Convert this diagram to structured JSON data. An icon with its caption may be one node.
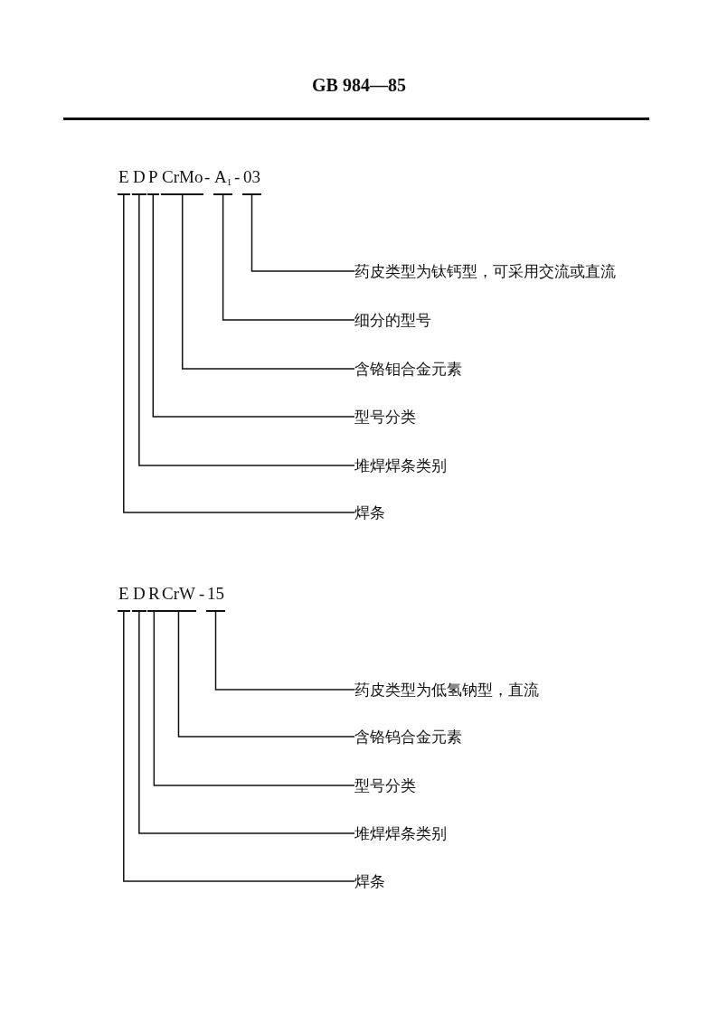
{
  "diagram": {
    "title": "GB 984—85",
    "nodes": [
      {
        "text": [
          "E"
        ]
      },
      {
        "text": [
          "D"
        ]
      },
      {
        "text": [
          "P"
        ]
      },
      {
        "text": [
          "CrMo"
        ]
      },
      {
        "text": [
          "A$_{1}$"
        ]
      },
      {
        "text": [
          "03"
        ]
      },
      {
        "text": [
          "药皮类型为钛钙型，可采用交流或直流"
        ]
      },
      {
        "text": [
          "细分的型号"
        ]
      },
      {
        "text": [
          "含铬钼合金元素"
        ]
      },
      {
        "text": [
          "型号分类"
        ]
      },
      {
        "text": [
          "堆焊焊条类别"
        ]
      },
      {
        "text": [
          "焊条"
        ]
      },
      {
        "text": [
          "E"
        ]
      },
      {
        "text": [
          "D"
        ]
      },
      {
        "text": [
          "R"
        ]
      },
      {
        "text": [
          "CrW"
        ]
      },
      {
        "text": [
          "15"
        ]
      },
      {
        "text": [
          "药皮类型为低氢钠型，直流"
        ]
      },
      {
        "text": [
          "含铬钨合金元素"
        ]
      },
      {
        "text": [
          "型号分类"
        ]
      },
      {
        "text": [
          "堆焊焊条类别"
        ]
      },
      {
        "text": [
          "焊条"
        ]
      }
    ],
    "edges": [
      {
        "from": 6,
        "to": 5,
        "arrow": "none"
      },
      {
        "from": 7,
        "to": 4,
        "arrow": "none"
      },
      {
        "from": 8,
        "to": 3,
        "arrow": "none"
      },
      {
        "from": 9,
        "to": 2,
        "arrow": "none"
      },
      {
        "from": 10,
        "to": 1,
        "arrow": "none"
      },
      {
        "from": 11,
        "to": 0,
        "arrow": "none"
      },
      {
        "from": 17,
        "to": 16,
        "arrow": "none"
      },
      {
        "from": 18,
        "to": 15,
        "arrow": "none"
      },
      {
        "from": 19,
        "to": 14,
        "arrow": "none"
      },
      {
        "from": 20,
        "to": 13,
        "arrow": "none"
      },
      {
        "from": 21,
        "to": 12,
        "arrow": "none"
      }
    ],
    "labels": [
      "-",
      "-",
      "-"
    ]
  }
}
